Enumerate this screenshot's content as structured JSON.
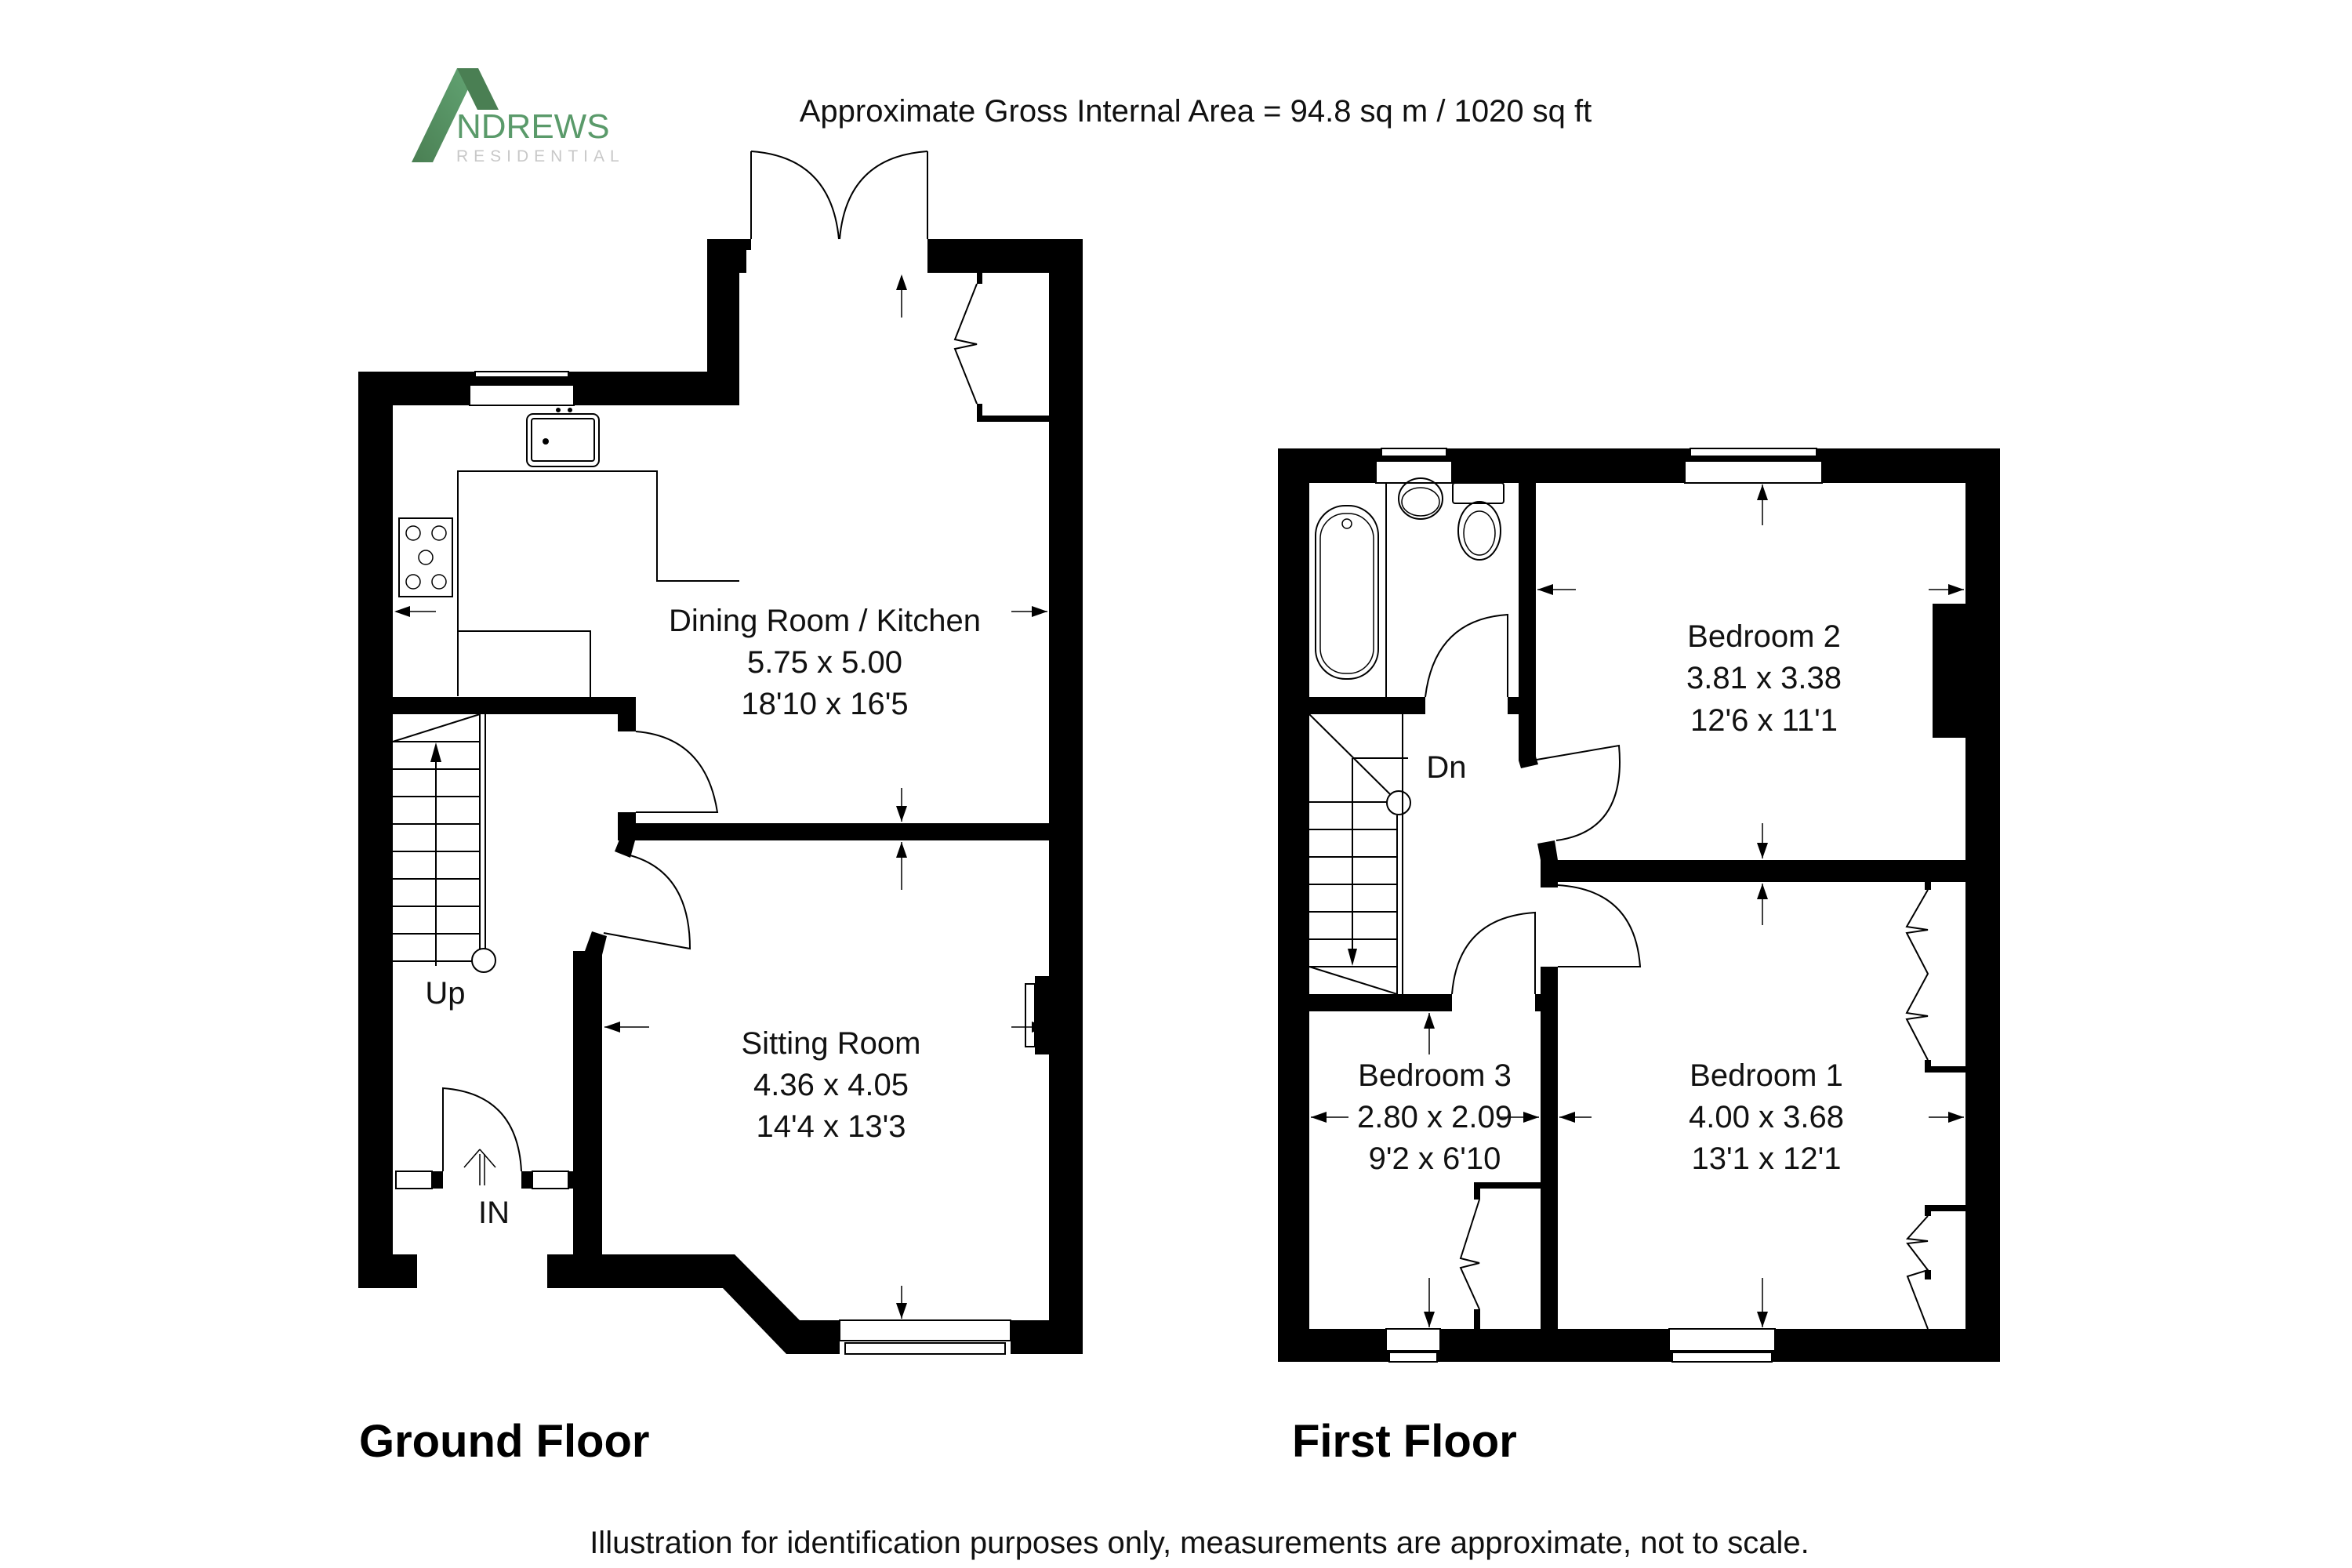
{
  "header": {
    "area_text": "Approximate Gross Internal Area = 94.8 sq m / 1020 sq ft"
  },
  "logo": {
    "brand": "ANDREWS",
    "brand_rest": "NDREWS",
    "tagline": "RESIDENTIAL",
    "color_primary": "#5a9a6a",
    "color_dark": "#4a7f53",
    "color_tagline": "#c8c8c8"
  },
  "floors": {
    "ground": {
      "title": "Ground Floor",
      "rooms": {
        "dining_kitchen": {
          "name": "Dining Room / Kitchen",
          "metric": "5.75 x 5.00",
          "imperial": "18'10 x 16'5"
        },
        "sitting_room": {
          "name": "Sitting Room",
          "metric": "4.36 x 4.05",
          "imperial": "14'4 x 13'3"
        }
      },
      "labels": {
        "stairs": "Up",
        "entrance": "IN"
      }
    },
    "first": {
      "title": "First Floor",
      "rooms": {
        "bedroom2": {
          "name": "Bedroom 2",
          "metric": "3.81 x 3.38",
          "imperial": "12'6 x 11'1"
        },
        "bedroom1": {
          "name": "Bedroom 1",
          "metric": "4.00 x 3.68",
          "imperial": "13'1 x 12'1"
        },
        "bedroom3": {
          "name": "Bedroom 3",
          "metric": "2.80 x 2.09",
          "imperial": "9'2 x 6'10"
        }
      },
      "labels": {
        "stairs": "Dn"
      }
    }
  },
  "footer": {
    "disclaimer": "Illustration for identification purposes only, measurements are approximate, not to scale."
  }
}
